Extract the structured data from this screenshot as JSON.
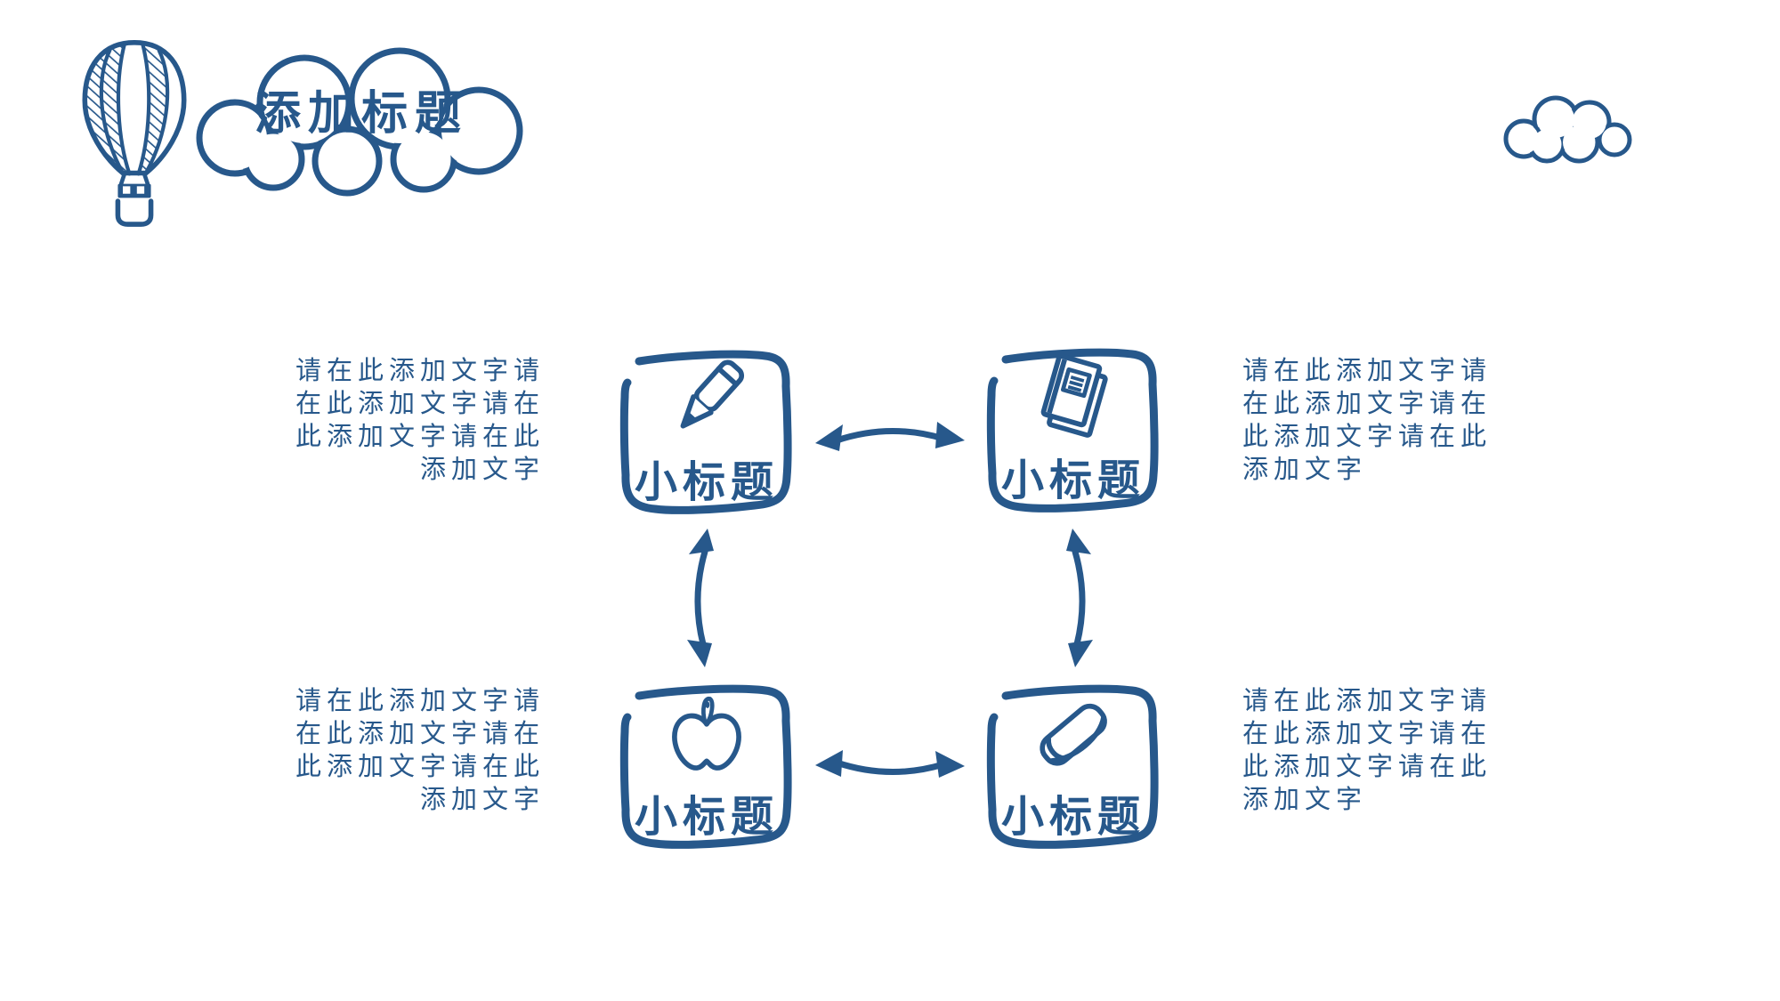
{
  "slide": {
    "title": "添加标题"
  },
  "colors": {
    "ink": "#27588b",
    "background": "#ffffff"
  },
  "decorations": [
    "hot-air-balloon-doodle",
    "large-cloud-doodle",
    "small-cloud-doodle"
  ],
  "nodes": [
    {
      "position": "top-left",
      "icon": "pencil-icon",
      "label": "小标题"
    },
    {
      "position": "top-right",
      "icon": "book-icon",
      "label": "小标题"
    },
    {
      "position": "bottom-left",
      "icon": "apple-icon",
      "label": "小标题"
    },
    {
      "position": "bottom-right",
      "icon": "eraser-icon",
      "label": "小标题"
    }
  ],
  "connectors": [
    {
      "between": "top-left / top-right",
      "type": "double-headed-arrow"
    },
    {
      "between": "bottom-left / bottom-right",
      "type": "double-headed-arrow"
    },
    {
      "between": "top-left / bottom-left",
      "type": "double-headed-arrow"
    },
    {
      "between": "top-right / bottom-right",
      "type": "double-headed-arrow"
    }
  ],
  "text_blocks": {
    "top_left": {
      "lines": [
        "请在此添加文字请",
        "在此添加文字请在",
        "此添加文字请在此",
        "添加文字"
      ]
    },
    "top_right": {
      "lines": [
        "请在此添加文字请",
        "在此添加文字请在",
        "此添加文字请在此",
        "添加文字"
      ]
    },
    "bottom_left": {
      "lines": [
        "请在此添加文字请",
        "在此添加文字请在",
        "此添加文字请在此",
        "添加文字"
      ]
    },
    "bottom_right": {
      "lines": [
        "请在此添加文字请",
        "在此添加文字请在",
        "此添加文字请在此",
        "添加文字"
      ]
    }
  }
}
